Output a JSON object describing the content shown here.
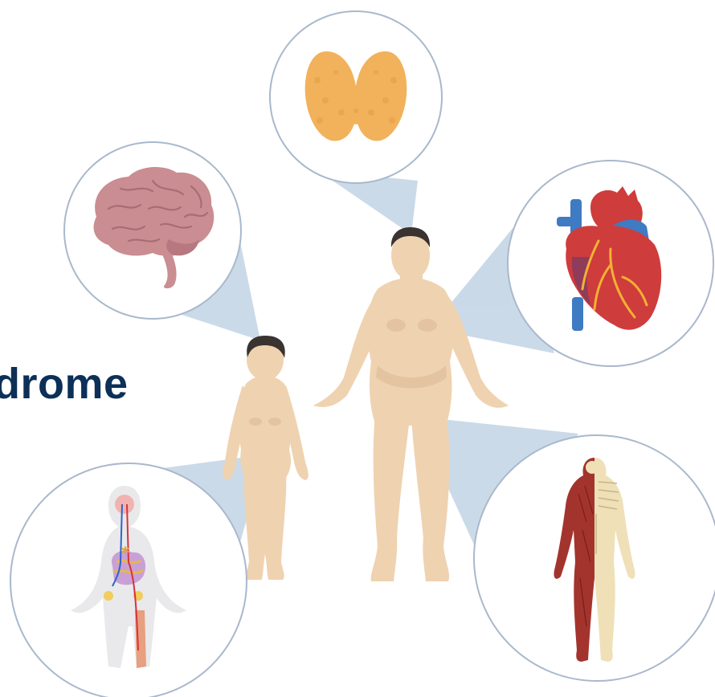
{
  "title_fragment": "drome",
  "colors": {
    "title": "#0c3057",
    "circle_border": "#a9b8cc",
    "callout_fill": "#b9cde0",
    "skin": "#efd2b0",
    "skin_shadow": "#dbb791",
    "hair": "#3a3330",
    "thyroid": "#f1b25b",
    "brain": "#c98d92",
    "heart_red": "#cf3c3c",
    "heart_blue": "#3f7bc3",
    "muscle": "#a3342d",
    "bone": "#efe0b8"
  },
  "panels": [
    {
      "name": "thyroid-panel",
      "organ": "thyroid-icon"
    },
    {
      "name": "brain-panel",
      "organ": "brain-icon"
    },
    {
      "name": "heart-panel",
      "organ": "heart-icon"
    },
    {
      "name": "endocrine-body-panel",
      "organ": "endocrine-body-icon"
    },
    {
      "name": "musculoskeletal-panel",
      "organ": "muscle-skeleton-icon"
    }
  ],
  "figures": [
    {
      "name": "adult-figure"
    },
    {
      "name": "child-figure"
    }
  ]
}
